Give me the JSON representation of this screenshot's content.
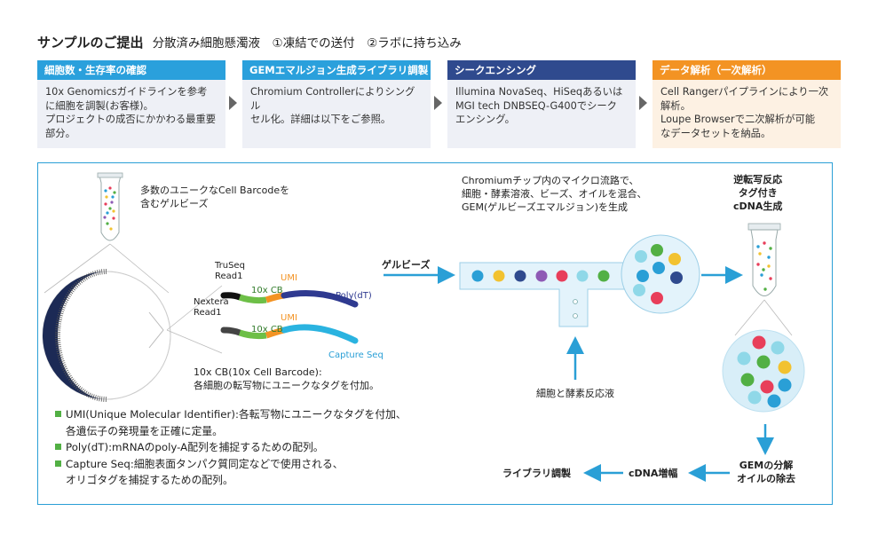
{
  "header": {
    "title": "サンプルのご提出",
    "subtitle": "分散済み細胞懸濁液　①凍結での送付　②ラボに持ち込み"
  },
  "steps": [
    {
      "title": "細胞数・生存率の確認",
      "color": "#2aa0dc",
      "body": "10x Genomicsガイドラインを参考\nに細胞を調製(お客様)。\nプロジェクトの成否にかかわる最重要\n部分。"
    },
    {
      "title": "GEMエマルジョン生成ライブラリ調製",
      "color": "#2aa0dc",
      "body": "Chromium Controllerによりシングル\nセル化。詳細は以下をご参照。"
    },
    {
      "title": "シークエンシング",
      "color": "#2f4a8e",
      "body": "Illumina NovaSeq、HiSeqあるいは\nMGI tech DNBSEQ-G400でシーク\nエンシング。"
    },
    {
      "title": "データ解析（一次解析）",
      "color": "#f39323",
      "body": "Cell Rangerパイプラインにより一次\n解析。\nLoupe Browserで二次解析が可能\nなデータセットを納品。"
    }
  ],
  "diagram": {
    "bead_label": "多数のユニークなCell Barcodeを\n含むゲルビーズ",
    "truseq": "TruSeq\nRead1",
    "nextera": "Nextera\nRead1",
    "umi": "UMI",
    "cb": "10x CB",
    "polydt": "Poly(dT)",
    "capture": "Capture Seq",
    "cb_note": "10x CB(10x Cell Barcode):\n各細胞の転写物にユニークなタグを付加。",
    "gelbeads": "ゲルビーズ",
    "chromium": "Chromiumチップ内のマイクロ流路で、\n細胞・酵素溶液、ビーズ、オイルを混合、\nGEM(ゲルビーズエマルジョン)を生成",
    "cell_enzyme": "細胞と酵素反応液",
    "rt": "逆転写反応\nタグ付き\ncDNA生成",
    "gem_break": "GEMの分解\nオイルの除去",
    "cdna": "cDNA増幅",
    "library": "ライブラリ調製",
    "c_mark": "C"
  },
  "legend": [
    "UMI(Unique Molecular Identifier):各転写物にユニークなタグを付加、\n各遺伝子の発現量を正確に定量。",
    "Poly(dT):mRNAのpoly-A配列を捕捉するための配列。",
    "Capture Seq:細胞表面タンパク質同定などで使用される、\nオリゴタグを捕捉するための配列。"
  ],
  "colors": {
    "accent": "#2a9fd6",
    "navy": "#1c2a55",
    "green": "#52b044",
    "orange": "#f39323"
  }
}
